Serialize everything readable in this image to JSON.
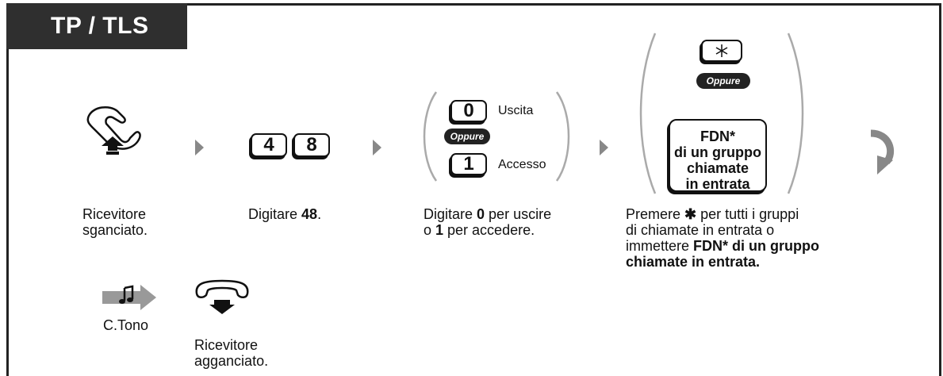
{
  "tab": {
    "title": "TP / TLS"
  },
  "steps": {
    "offhook": {
      "label1": "Ricevitore",
      "label2": "sganciato."
    },
    "dial48": {
      "key1": "4",
      "key2": "8",
      "label_pre": "Digitare ",
      "label_bold": "48",
      "label_post": "."
    },
    "choice": {
      "key0": "0",
      "key0_label": "Uscita",
      "oppure": "Oppure",
      "key1": "1",
      "key1_label": "Accesso",
      "line1_pre": "Digitare ",
      "line1_bold": "0",
      "line1_post": " per uscire",
      "line2_pre": "o ",
      "line2_bold": "1",
      "line2_post": " per accedere."
    },
    "group": {
      "oppure": "Oppure",
      "fdn_l1": "FDN*",
      "fdn_l2": "di un gruppo",
      "fdn_l3": "chiamate",
      "fdn_l4": "in entrata",
      "d1_pre": "Premere ",
      "d1_post": " per tutti i gruppi",
      "d2": "di chiamate in entrata o",
      "d3_pre": "immettere ",
      "d3_bold": "FDN* di un gruppo",
      "d4_bold": "chiamate in entrata."
    },
    "tone": {
      "label": "C.Tono"
    },
    "onhook": {
      "label1": "Ricevitore",
      "label2": "agganciato."
    }
  }
}
